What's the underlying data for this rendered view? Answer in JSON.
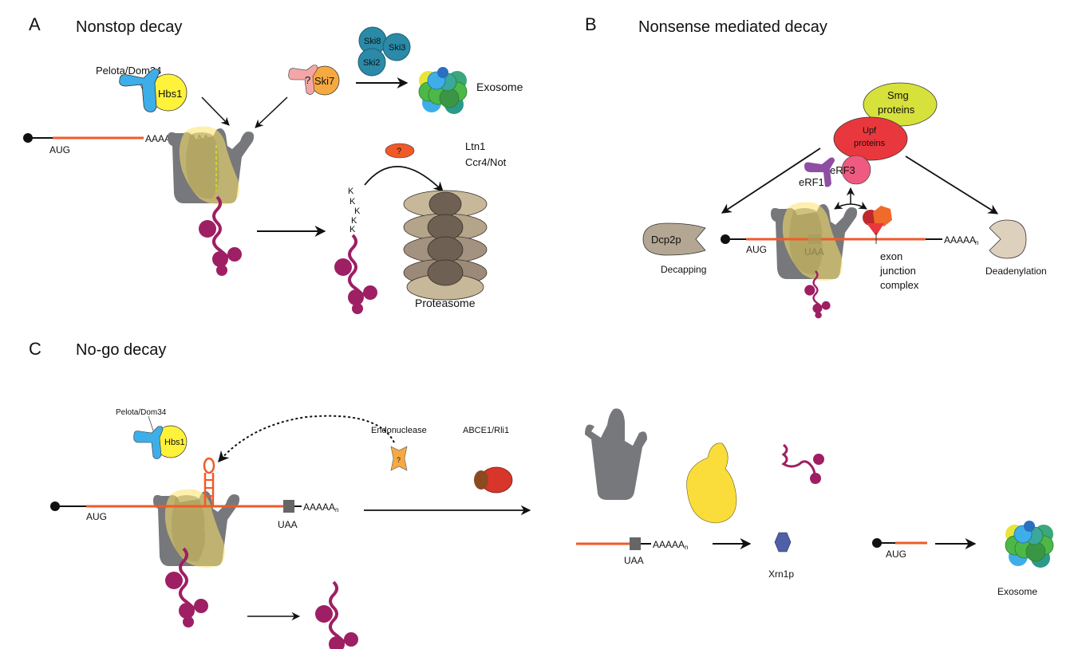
{
  "panels": {
    "a": {
      "letter": "A",
      "title": "Nonstop decay",
      "pelota": "Pelota/Dom34",
      "hbs1": "Hbs1",
      "ski7_unknown": "?",
      "ski7": "Ski7",
      "ski8": "Ski8",
      "ski3": "Ski3",
      "ski2": "Ski2",
      "exosome": "Exosome",
      "aug": "AUG",
      "polya": "AAAAAAAAAA",
      "unknown_ligase": "?",
      "ltn1": "Ltn1",
      "ccr4": "Ccr4/Not",
      "lysines": [
        "K",
        "K",
        "K",
        "K",
        "K"
      ],
      "proteasome": "Proteasome"
    },
    "b": {
      "letter": "B",
      "title": "Nonsense mediated decay",
      "smg_1": "Smg",
      "smg_2": "proteins",
      "upf_1": "Upf",
      "upf_2": "proteins",
      "erf1": "eRF1",
      "erf3": "eRF3",
      "dcp2p": "Dcp2p",
      "decapping": "Decapping",
      "aug": "AUG",
      "uaa": "UAA",
      "polya": "AAAAA",
      "polya_sub": "n",
      "ejc_1": "exon",
      "ejc_2": "junction",
      "ejc_3": "complex",
      "deadenylation": "Deadenylation"
    },
    "c": {
      "letter": "C",
      "title": "No-go decay",
      "pelota": "Pelota/Dom34",
      "hbs1": "Hbs1",
      "aug": "AUG",
      "uaa": "UAA",
      "polya": "AAAAA",
      "polya_sub": "n",
      "endonuclease": "Endonuclease",
      "endo_unknown": "?",
      "abce1": "ABCE1/Rli1",
      "frag_uaa": "UAA",
      "frag_polya": "AAAAA",
      "frag_polya_sub": "n",
      "xrn1p": "Xrn1p",
      "frag_aug": "AUG",
      "exosome": "Exosome"
    }
  },
  "colors": {
    "mrna": "#f05a28",
    "ribosome": "#77787b",
    "small_subunit": "#fde26a",
    "peptide": "#9e1f63",
    "hbs1": "#fff23a",
    "pelota": "#3eaee8",
    "ski7": "#f7a941",
    "ski_complex": "#2a8aa8",
    "upf": "#e8383d",
    "smg": "#d7e13b",
    "erf3": "#ef5a80",
    "erf1": "#8e4fa3"
  }
}
